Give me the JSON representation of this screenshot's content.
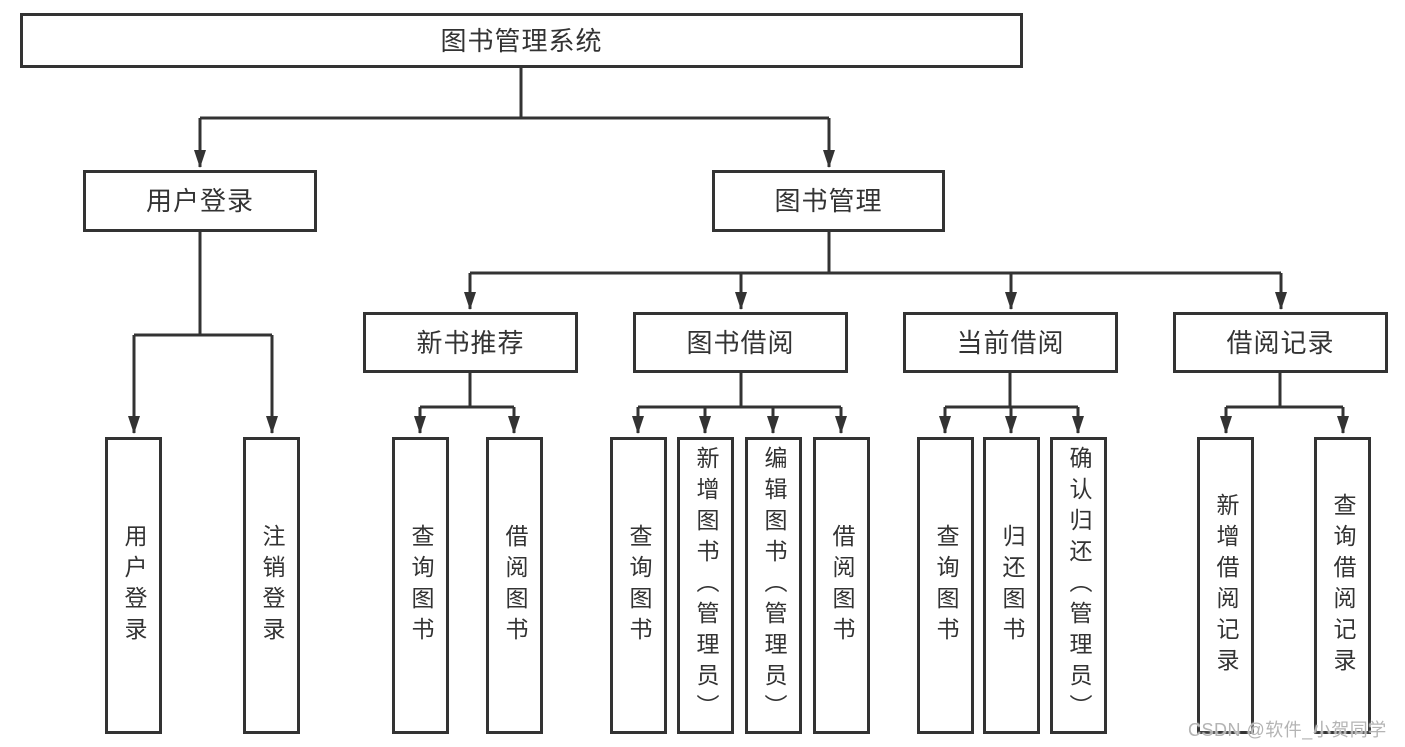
{
  "diagram_title": "图书管理系统",
  "tree": {
    "root": "图书管理系统",
    "branches": [
      {
        "label": "用户登录",
        "children": [
          "用户登录",
          "注销登录"
        ]
      },
      {
        "label": "图书管理",
        "children": [
          {
            "label": "新书推荐",
            "children": [
              "查询图书",
              "借阅图书"
            ]
          },
          {
            "label": "图书借阅",
            "children": [
              "查询图书",
              "新增图书（管理员）",
              "编辑图书（管理员）",
              "借阅图书"
            ]
          },
          {
            "label": "当前借阅",
            "children": [
              "查询图书",
              "归还图书",
              "确认归还（管理员）"
            ]
          },
          {
            "label": "借阅记录",
            "children": [
              "新增借阅记录",
              "查询借阅记录"
            ]
          }
        ]
      }
    ]
  },
  "watermark": {
    "text": "CSDN @软件_小贺同学"
  },
  "colors": {
    "line": "#333333",
    "box-fill": "#ffffff",
    "text": "#333333",
    "wm": "#b4b4b4",
    "bg": "#ffffff"
  }
}
